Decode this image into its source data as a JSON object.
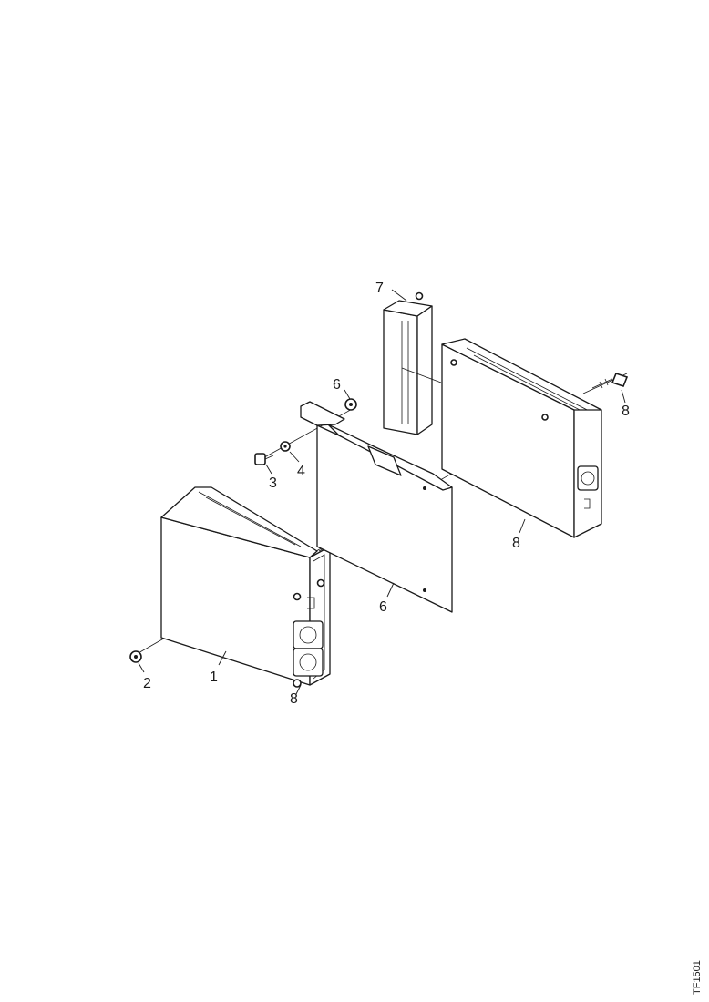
{
  "diagram": {
    "callouts": {
      "c1": "1",
      "c2": "2",
      "c3": "3",
      "c4": "4",
      "c5": "6",
      "c6": "6",
      "c7": "7",
      "c8": "8",
      "c9": "8",
      "c10": "8"
    },
    "image_id": "TF1501"
  }
}
